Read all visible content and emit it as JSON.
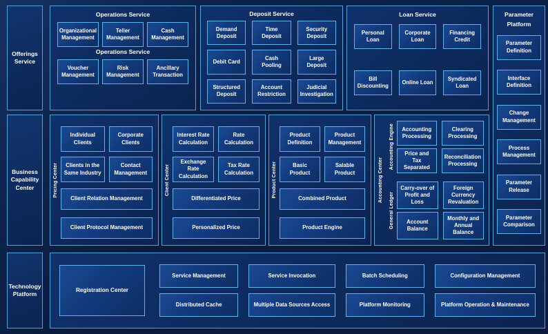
{
  "colors": {
    "page_bg": "#0a1c40",
    "panel_bg": "#0d2a5c",
    "box_bg": "#123a7c",
    "border_light_blue": "#4fa3e0",
    "text": "#ffffff"
  },
  "sidebars": {
    "offerings": "Offerings Service",
    "business_capability": "Business Capability Center",
    "technology": "Technology Platform"
  },
  "operations": {
    "title": "Operations Service",
    "subtitle": "Operations Service",
    "row1": [
      "Organizational Management",
      "Teller Management",
      "Cash Management"
    ],
    "row2": [
      "Voucher Management",
      "Risk Management",
      "Ancillary Transaction"
    ]
  },
  "deposit": {
    "title": "Deposit Service",
    "items": [
      "Demand Deposit",
      "Time Deposit",
      "Security Deposit",
      "Debit Card",
      "Cash Pooling",
      "Large Deposit",
      "Structured Deposit",
      "Account Restriction",
      "Judicial Investigation"
    ]
  },
  "loan": {
    "title": "Loan Service",
    "items": [
      "Personal Loan",
      "Corporate Loan",
      "Financing Credit",
      "Bill Discounting",
      "Online Loan",
      "Syndicated Loan"
    ]
  },
  "parameter_platform": {
    "title": "Parameter Platform",
    "items": [
      "Parameter Definition",
      "Interface Definition",
      "Change Management",
      "Process Management",
      "Parameter Release",
      "Parameter Comparison"
    ]
  },
  "pricing_center": {
    "label": "Pricing Center",
    "grid": [
      "Individual Clients",
      "Corporate Clients",
      "Clients in the Same Industry",
      "Contact Management"
    ],
    "wide": [
      "Client Relation Management",
      "Client Protocol Management"
    ]
  },
  "client_center": {
    "label": "Client Center",
    "grid": [
      "Interest Rate Calculation",
      "Rate Calculation",
      "Exchange Rate Calculation",
      "Tax Rate Calculation"
    ],
    "wide": [
      "Differentiated Price",
      "Personalized Price"
    ]
  },
  "product_center": {
    "label": "Product Center",
    "grid": [
      "Product Definition",
      "Product Management",
      "Basic Product",
      "Salable Product"
    ],
    "wide": [
      "Combined Product",
      "Product Engine"
    ]
  },
  "accounting_center": {
    "label": "Accounting Center",
    "groups": [
      {
        "label": "Accounting Engine",
        "items": [
          "Accounting Processing",
          "Clearing Processing",
          "Price and Tax Separated",
          "Reconciliation Processing"
        ]
      },
      {
        "label": "General Ledger",
        "items": [
          "Carry-over of Profit and Loss",
          "Foreign Currency Revaluation",
          "Account Balance",
          "Monthly and Annual Balance"
        ]
      }
    ]
  },
  "technology_platform": {
    "registration": "Registration Center",
    "row1": [
      "Service Management",
      "Service Invocation",
      "Batch Scheduling",
      "Configuration Management"
    ],
    "row2": [
      "Distributed Cache",
      "Multiple Data Sources Access",
      "Platform Monitoring",
      "Platform Operation & Maintenance"
    ]
  }
}
